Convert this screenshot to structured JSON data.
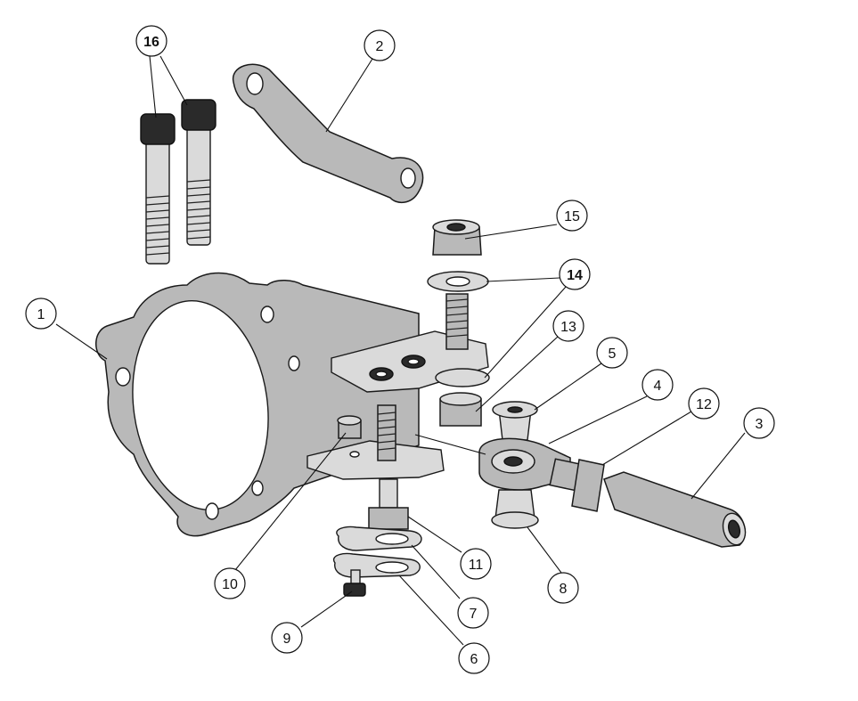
{
  "callouts": [
    {
      "id": "1",
      "label": "1",
      "bold": false
    },
    {
      "id": "2",
      "label": "2",
      "bold": false
    },
    {
      "id": "3",
      "label": "3",
      "bold": false
    },
    {
      "id": "4",
      "label": "4",
      "bold": false
    },
    {
      "id": "5",
      "label": "5",
      "bold": false
    },
    {
      "id": "6",
      "label": "6",
      "bold": false
    },
    {
      "id": "7",
      "label": "7",
      "bold": false
    },
    {
      "id": "8",
      "label": "8",
      "bold": false
    },
    {
      "id": "9",
      "label": "9",
      "bold": false
    },
    {
      "id": "10",
      "label": "10",
      "bold": false
    },
    {
      "id": "11",
      "label": "11",
      "bold": false
    },
    {
      "id": "12",
      "label": "12",
      "bold": false
    },
    {
      "id": "13",
      "label": "13",
      "bold": false
    },
    {
      "id": "14",
      "label": "14",
      "bold": true
    },
    {
      "id": "15",
      "label": "15",
      "bold": false
    },
    {
      "id": "16",
      "label": "16",
      "bold": true
    }
  ]
}
